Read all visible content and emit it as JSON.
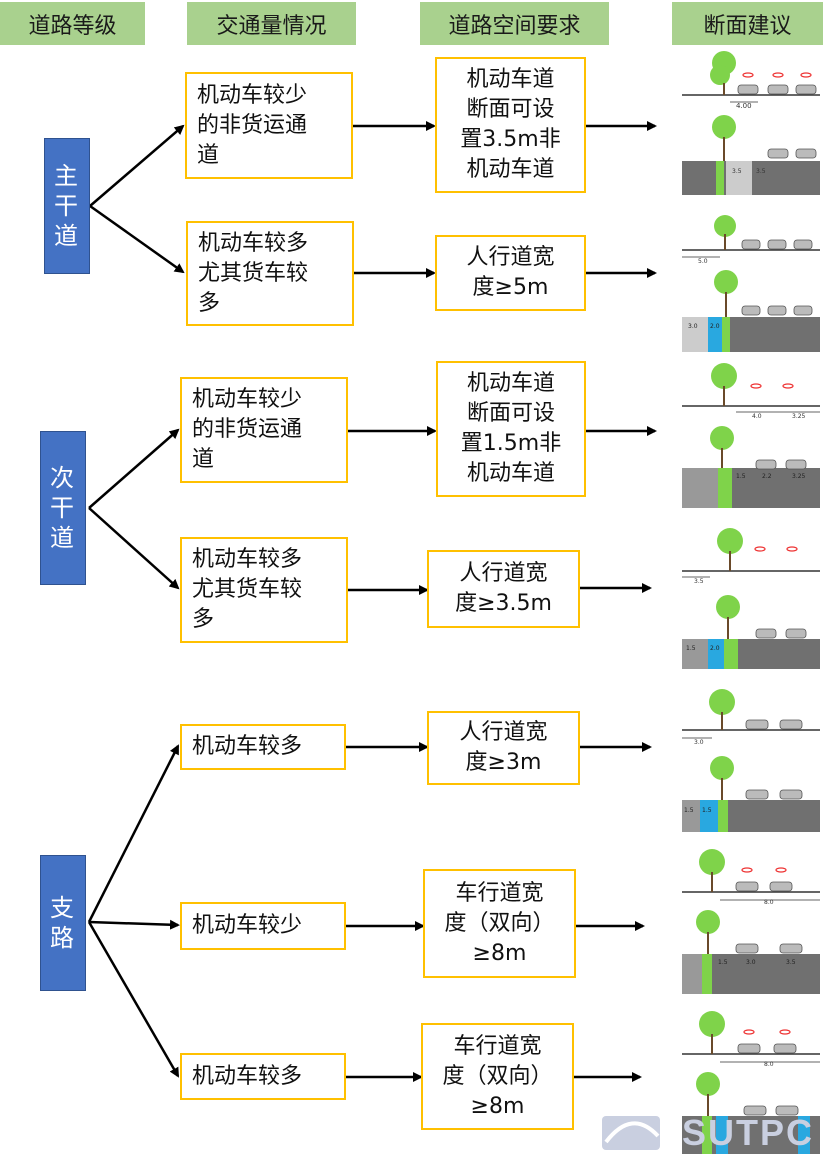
{
  "headers": {
    "level": "道路等级",
    "traffic": "交通量情况",
    "space": "道路空间要求",
    "section": "断面建议"
  },
  "categories": {
    "arterial": "主\n干\n道",
    "secondary": "次\n干\n道",
    "branch": "支\n路"
  },
  "traffic_boxes": [
    "机动车较少\n的非货运通\n道",
    "机动车较多\n尤其货车较\n多",
    "机动车较少\n的非货运通\n道",
    "机动车较多\n尤其货车较\n多",
    "机动车较多",
    "机动车较少",
    "机动车较多"
  ],
  "space_boxes": [
    "机动车道\n断面可设\n置3.5m非\n机动车道",
    "人行道宽\n度≥5m",
    "机动车道\n断面可设\n置1.5m非\n机动车道",
    "人行道宽\n度≥3.5m",
    "人行道宽\n度≥3m",
    "车行道宽\n度（双向）\n≥8m",
    "车行道宽\n度（双向）\n≥8m"
  ],
  "section_labels": [
    [
      "4.00",
      "3.5",
      "3.5"
    ],
    [
      "5.0"
    ],
    [
      "3.0",
      "2.0"
    ],
    [
      "4.0",
      "3.25"
    ],
    [
      "1.5",
      "2.2",
      "3.25"
    ],
    [
      "3.5"
    ],
    [
      "1.5",
      "2.0"
    ],
    [
      "3.0"
    ],
    [
      "1.5",
      "1.5"
    ],
    [
      "8.0"
    ],
    [
      "1.5",
      "3.0",
      "3.5"
    ],
    [
      "8.0"
    ]
  ],
  "logo_text": "SUTPC",
  "colors": {
    "header_bg": "#a9d18e",
    "category_bg": "#4472c4",
    "box_border": "#ffc000",
    "tree": "#7fd34a",
    "bike_lane": "#29a8e0",
    "road": "#707070"
  }
}
